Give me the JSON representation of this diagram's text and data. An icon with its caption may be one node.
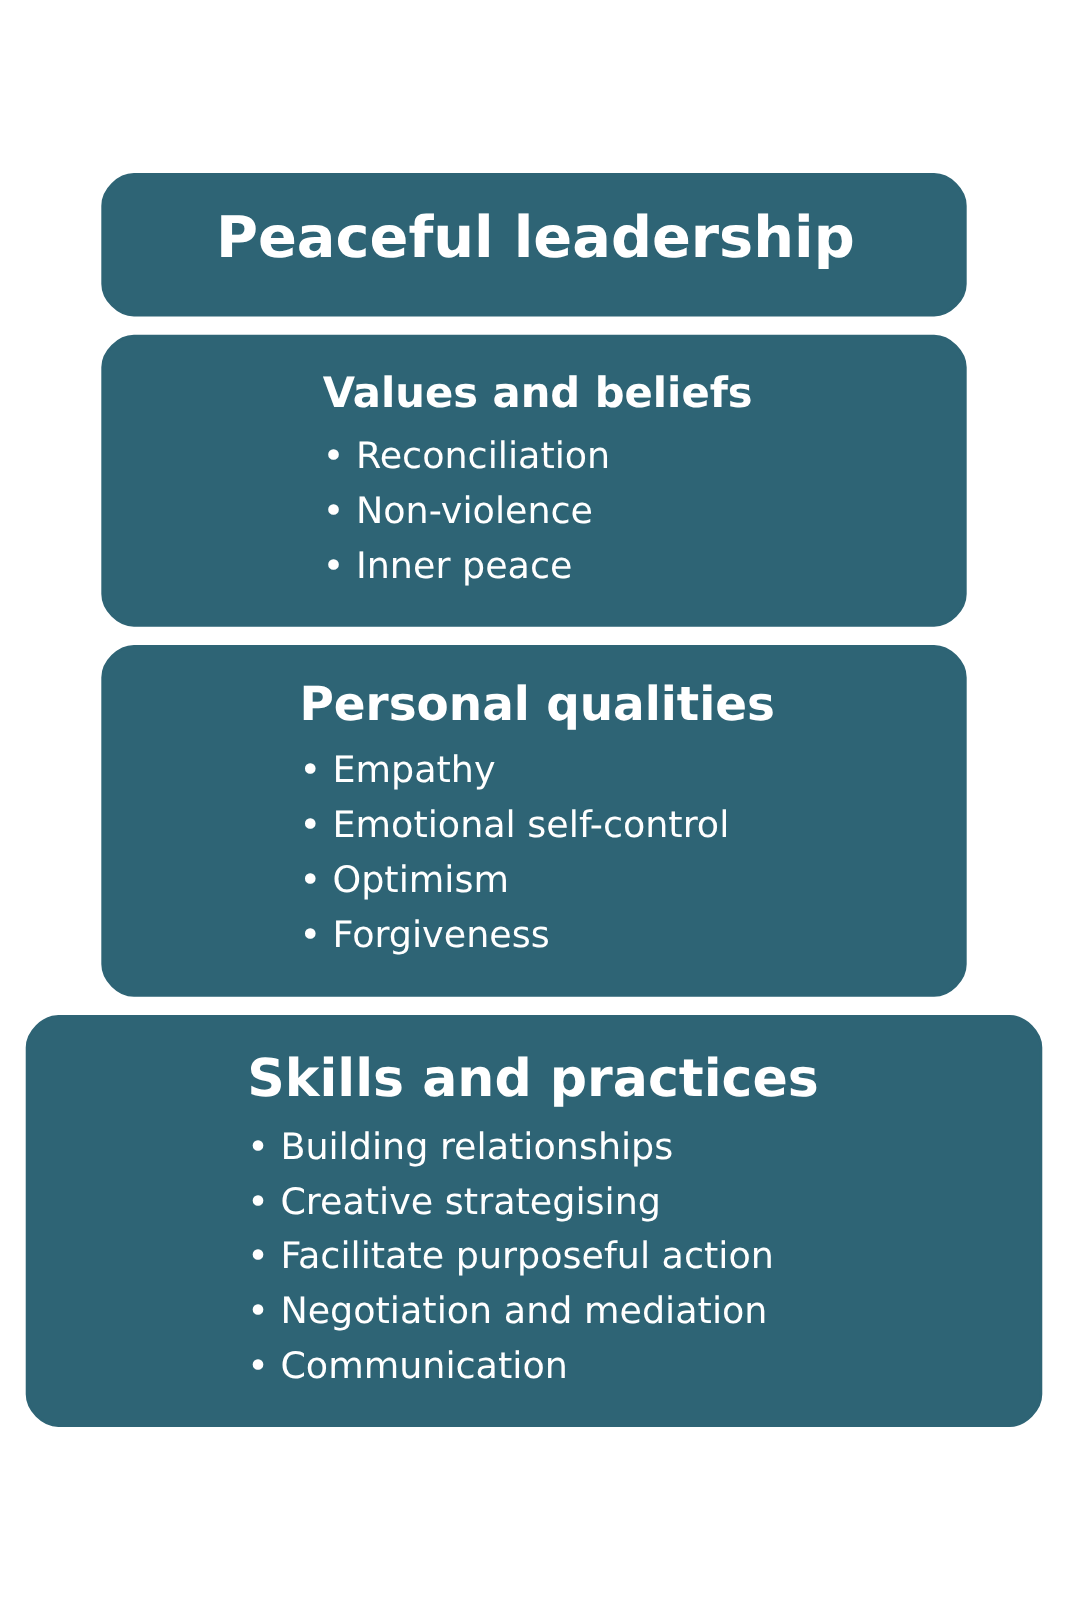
{
  "diagram": {
    "nodes": [
      {
        "text": [
          "Peaceful leadership"
        ]
      },
      {
        "text": [
          "Values and beliefs",
          "• Reconciliation",
          "• Non-violence",
          "• Inner peace"
        ]
      },
      {
        "text": [
          "Personal qualities",
          "• Empathy",
          "• Emotional self-control",
          "• Optimism",
          "• Forgiveness"
        ]
      },
      {
        "text": [
          "Skills and practices",
          "• Building relationships",
          "• Creative strategising",
          "• Facilitate purposeful action",
          "• Negotiation and mediation",
          "• Communication"
        ]
      }
    ]
  }
}
